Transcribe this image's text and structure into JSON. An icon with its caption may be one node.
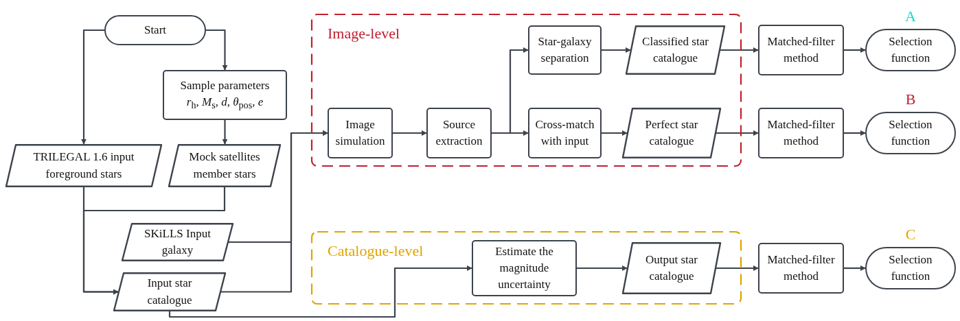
{
  "diagram": {
    "nodes": [
      {
        "text": [
          "Start"
        ]
      },
      {
        "text": [
          "Sample parameters",
          "*r*$_{h}$, *M*$_{s}$, *d*, *θ*$_{pos}$, *e*"
        ]
      },
      {
        "text": [
          "TRILEGAL 1.6 input foreground stars"
        ]
      },
      {
        "text": [
          "Mock satellites member stars"
        ]
      },
      {
        "text": [
          "SKiLLS Input galaxy"
        ]
      },
      {
        "text": [
          "Input star catalogue"
        ]
      },
      {
        "text": [
          "Image-level"
        ]
      },
      {
        "text": [
          "Image simulation"
        ],
        "in": 6
      },
      {
        "text": [
          "Source extraction"
        ],
        "in": 6
      },
      {
        "text": [
          "Star-galaxy separation"
        ],
        "in": 6
      },
      {
        "text": [
          "Classified star catalogue"
        ],
        "in": 6
      },
      {
        "text": [
          "Cross-match with input"
        ],
        "in": 6
      },
      {
        "text": [
          "Perfect star catalogue"
        ],
        "in": 6
      },
      {
        "text": [
          "Catalogue-level"
        ]
      },
      {
        "text": [
          "Estimate the magnitude uncertainty"
        ],
        "in": 13
      },
      {
        "text": [
          "Output star catalogue"
        ],
        "in": 13
      },
      {
        "text": [
          "Matched-filter method"
        ]
      },
      {
        "text": [
          "Selection function"
        ],
        "beside": [
          "A"
        ]
      },
      {
        "text": [
          "Matched-filter method"
        ]
      },
      {
        "text": [
          "Selection function"
        ],
        "beside": [
          "B"
        ]
      },
      {
        "text": [
          "Matched-filter method"
        ]
      },
      {
        "text": [
          "Selection function"
        ],
        "beside": [
          "C"
        ]
      }
    ],
    "edges": [
      {
        "from": 0,
        "to": 2,
        "arrow": "to"
      },
      {
        "from": 0,
        "to": 1,
        "arrow": "to"
      },
      {
        "from": 1,
        "to": 3,
        "arrow": "to"
      },
      {
        "from": 2,
        "to": 5,
        "arrow": "to"
      },
      {
        "from": 3,
        "to": 5,
        "arrow": "to"
      },
      {
        "from": 4,
        "to": 7,
        "arrow": "to"
      },
      {
        "from": 5,
        "to": 7,
        "arrow": "to"
      },
      {
        "from": 5,
        "to": 14,
        "arrow": "to"
      },
      {
        "from": 7,
        "to": 8,
        "arrow": "to"
      },
      {
        "from": 8,
        "to": 9,
        "arrow": "to"
      },
      {
        "from": 8,
        "to": 11,
        "arrow": "to"
      },
      {
        "from": 9,
        "to": 10,
        "arrow": "to"
      },
      {
        "from": 11,
        "to": 12,
        "arrow": "to"
      },
      {
        "from": 10,
        "to": 16,
        "arrow": "to"
      },
      {
        "from": 12,
        "to": 18,
        "arrow": "to"
      },
      {
        "from": 16,
        "to": 17,
        "arrow": "to"
      },
      {
        "from": 18,
        "to": 19,
        "arrow": "to"
      },
      {
        "from": 14,
        "to": 15,
        "arrow": "to"
      },
      {
        "from": 15,
        "to": 20,
        "arrow": "to"
      },
      {
        "from": 20,
        "to": 21,
        "arrow": "to"
      }
    ]
  }
}
